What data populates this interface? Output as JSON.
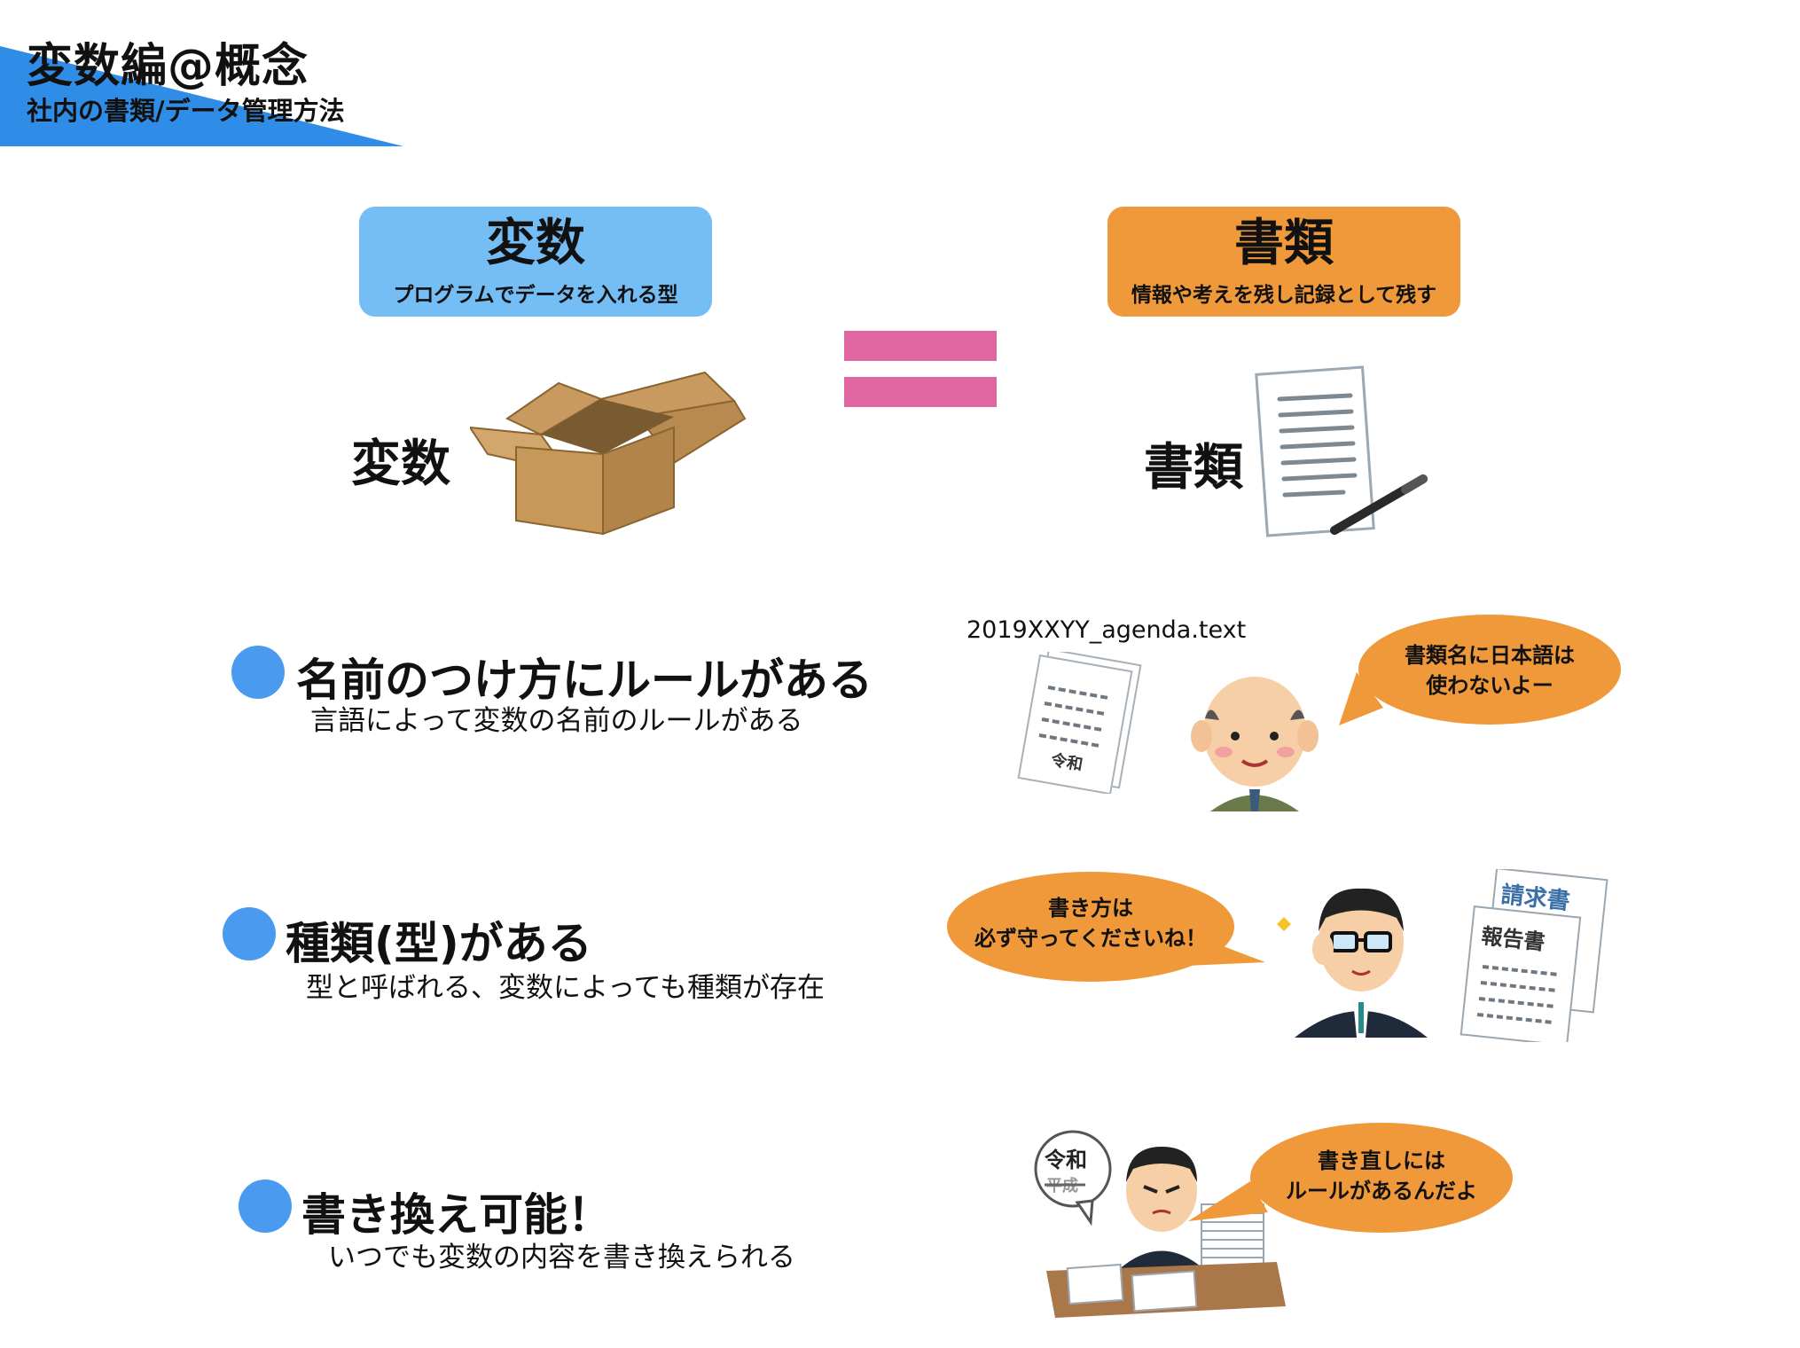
{
  "header": {
    "title": "変数編@概念",
    "subtitle": "社内の書類/データ管理方法",
    "accent_color": "#2f8de8"
  },
  "concept": {
    "left_card": {
      "title": "変数",
      "description": "プログラムでデータを入れる型",
      "color": "#74bdf5"
    },
    "right_card": {
      "title": "書類",
      "description": "情報や考えを残し記録として残す",
      "color": "#f0993a"
    },
    "left_label": "変数",
    "right_label": "書類",
    "equals_color": "#e066a1",
    "left_icon": "cardboard-box-icon",
    "right_icon": "document-with-pen-icon"
  },
  "points": [
    {
      "title": "名前のつけ方にルールがある",
      "description": "言語によって変数の名前のルールがある"
    },
    {
      "title": "種類(型)がある",
      "description": "型と呼ばれる、変数によっても種類が存在"
    },
    {
      "title": "書き換え可能！",
      "description": "いつでも変数の内容を書き換えられる"
    }
  ],
  "illustrations": {
    "filename": "2019XXYY_agenda.text",
    "doc_stamp": "令和",
    "bubble1": "書類名に日本語は\n使わないよー",
    "bubble2": "書き方は\n必ず守ってくださいね！",
    "bubble3": "書き直しには\nルールがあるんだよ",
    "invoice_label": "請求書",
    "report_label": "報告書",
    "era_new": "令和",
    "era_old": "平成",
    "bubble_color": "#f0993a"
  }
}
